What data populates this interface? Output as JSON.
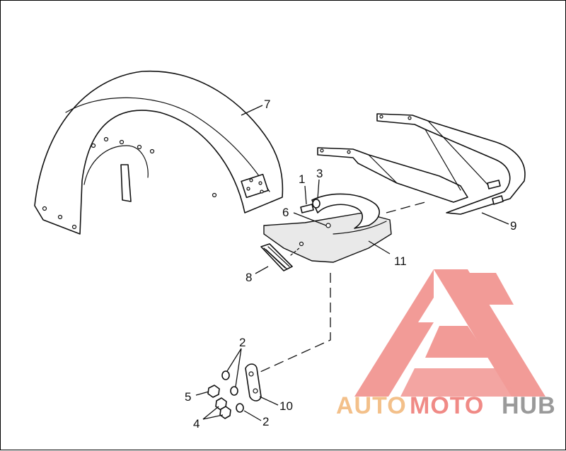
{
  "callouts": {
    "c1": "1",
    "c2a": "2",
    "c2b": "2",
    "c3": "3",
    "c4": "4",
    "c5": "5",
    "c6": "6",
    "c7": "7",
    "c8": "8",
    "c9": "9",
    "c10": "10",
    "c11": "11"
  },
  "watermark": {
    "part1": "AUTO",
    "part2": "MOTO",
    "part3": "HUB",
    "color_auto": "#f3c08a",
    "color_moto": "#f08a86",
    "color_hub": "#9a9a9a",
    "color_mark": "#f08a86"
  }
}
